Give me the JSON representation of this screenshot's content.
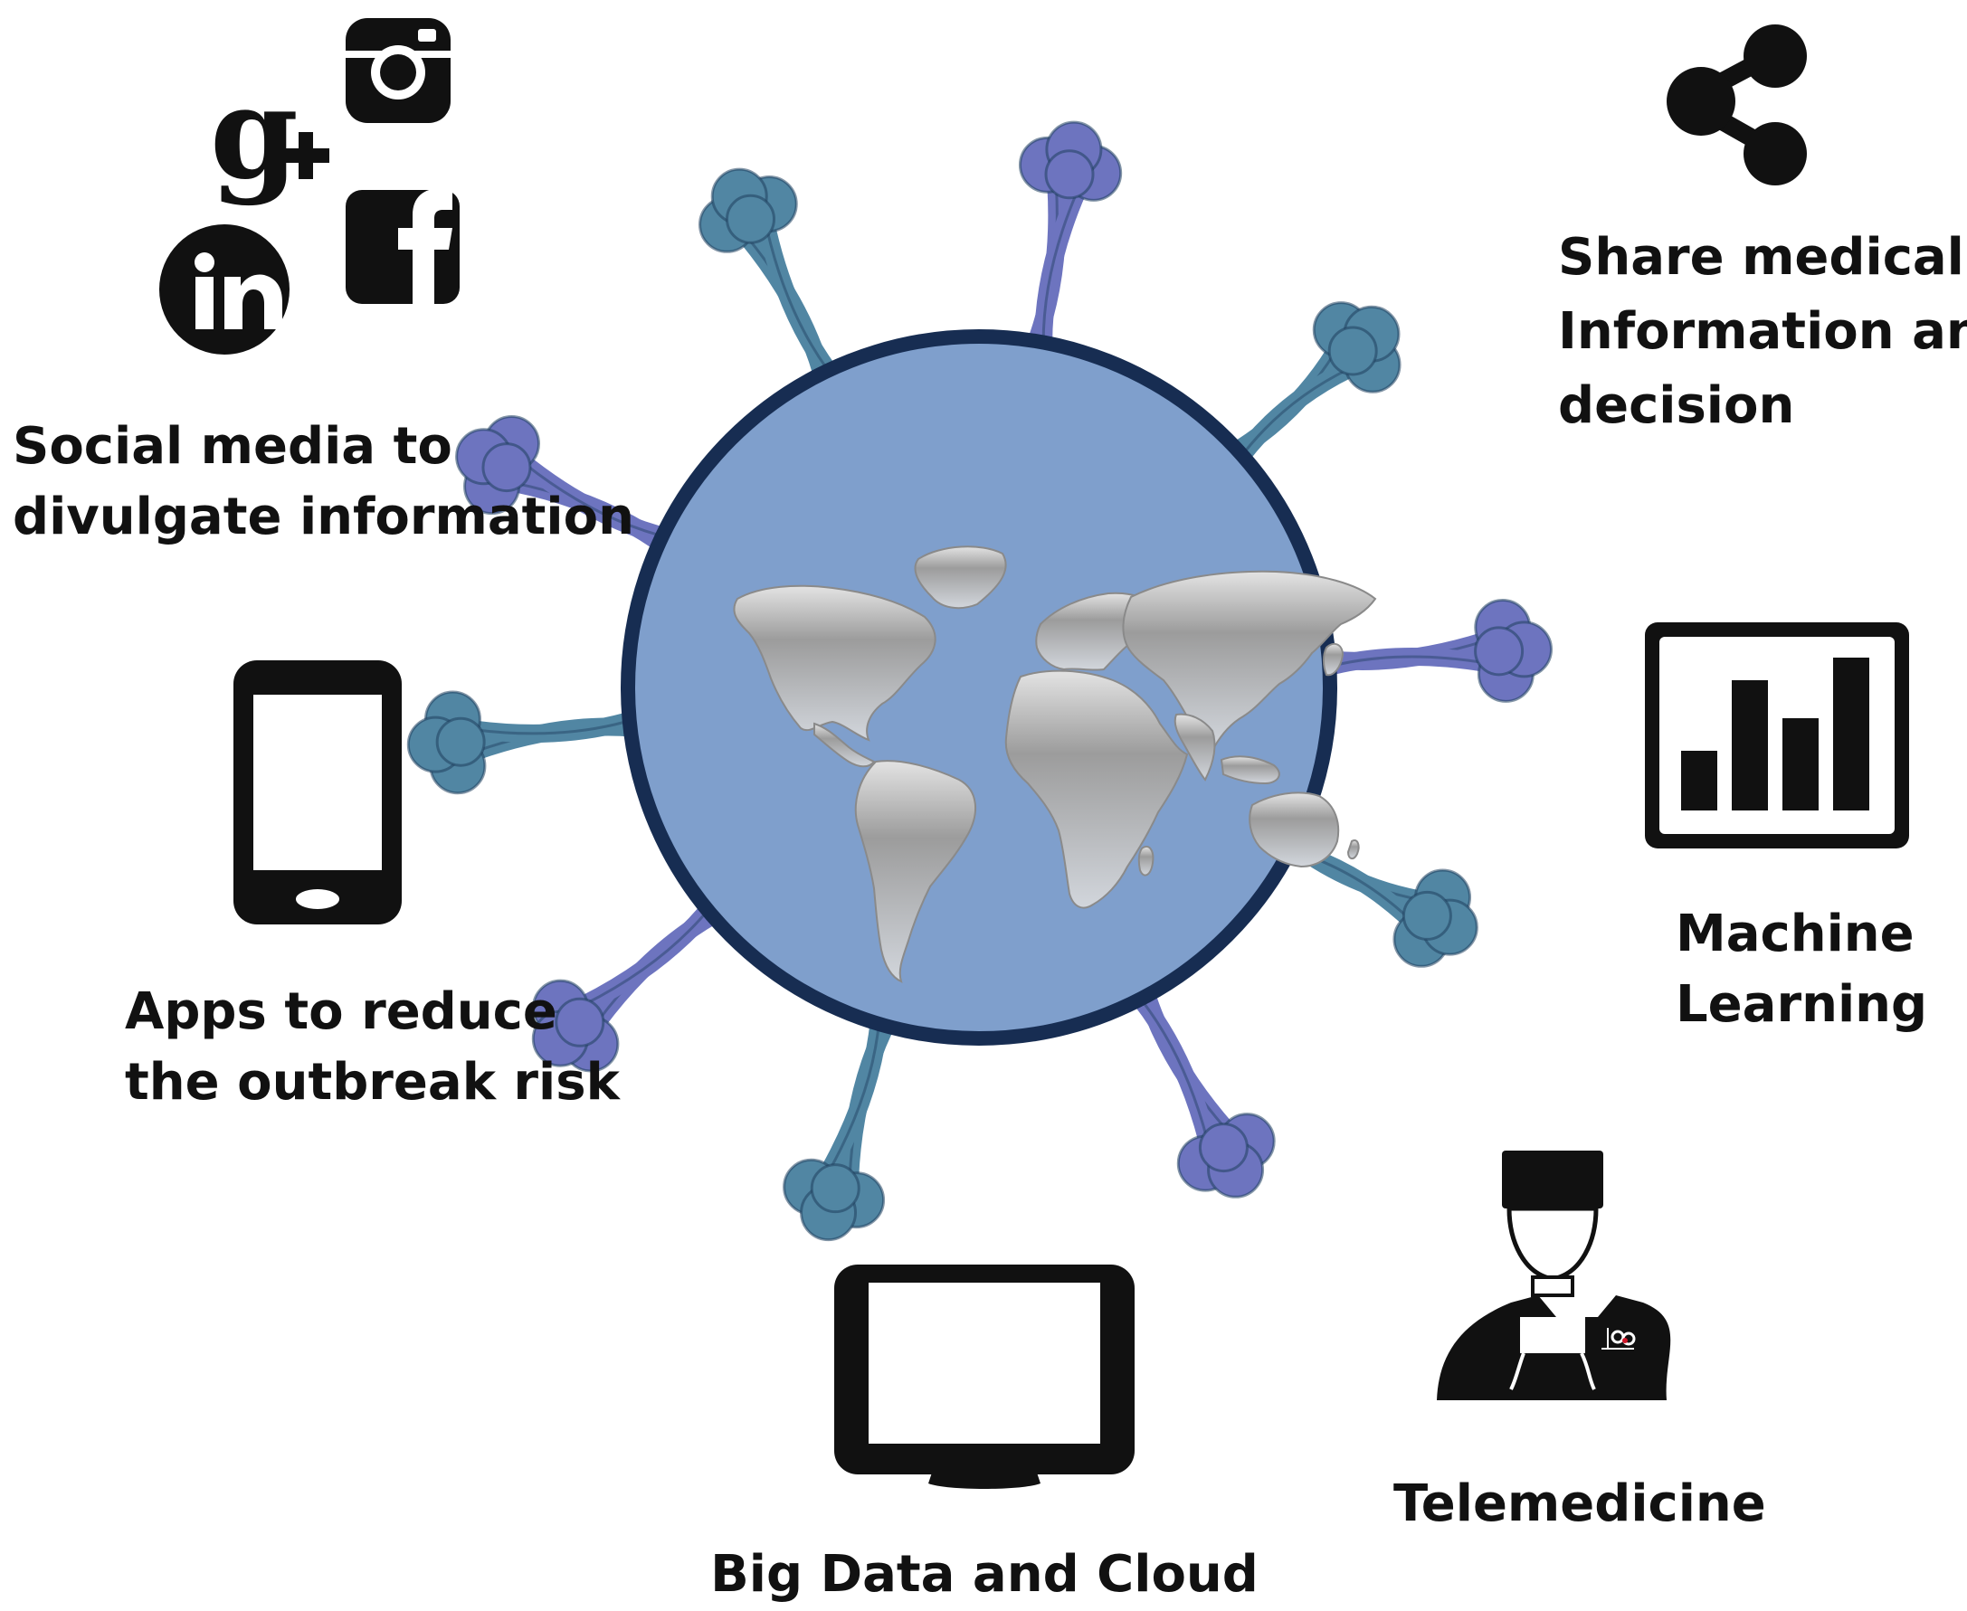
{
  "labels": {
    "social": [
      "Social media to",
      "divulgate information"
    ],
    "share": [
      "Share medical",
      "Information and",
      "decision"
    ],
    "apps": [
      "Apps to reduce",
      "the outbreak risk"
    ],
    "ml": [
      "Machine",
      "Learning"
    ],
    "telemedicine": [
      "Telemedicine"
    ],
    "bigdata": [
      "Big Data and Cloud"
    ]
  },
  "icons": {
    "social": [
      "google-plus-icon",
      "instagram-icon",
      "linkedin-icon",
      "facebook-icon"
    ],
    "share": "share-icon",
    "apps": "smartphone-icon",
    "ml": "bar-chart-icon",
    "telemedicine": "doctor-icon",
    "bigdata": "monitor-icon",
    "center": "virus-globe"
  },
  "colors": {
    "globe_fill": "#7f9fcc",
    "globe_border": "#172d52",
    "spike_teal": "#5186a3",
    "spike_purple": "#6d74bf",
    "spike_outline": "#1f3f5f",
    "continents": "#b9b9b9",
    "icon": "#111111"
  }
}
